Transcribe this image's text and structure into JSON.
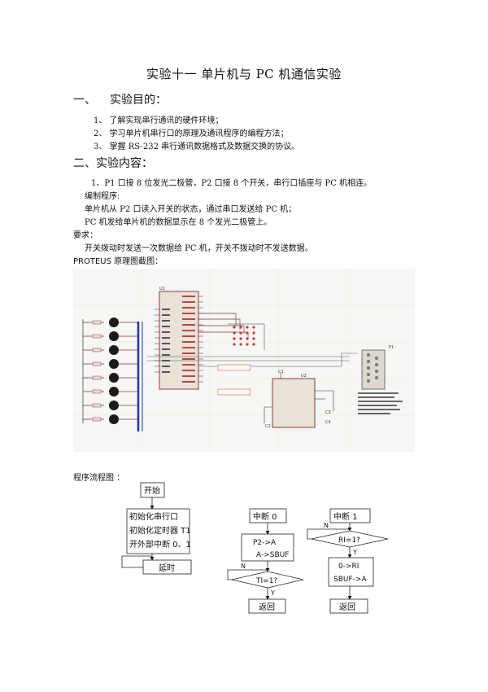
{
  "title": "实验十一  单片机与 PC 机通信实验",
  "sections": [
    {
      "heading_num": "一、",
      "heading": "实验目的：",
      "items": [
        "1、  了解实现串行通讯的硬件环境；",
        "2、  学习单片机串行口的原理及通讯程序的编程方法；",
        "3、  掌握 RS-232 串行通讯数据格式及数据交换的协议。"
      ]
    },
    {
      "heading": "二、实验内容："
    }
  ],
  "content": {
    "line1": "1、P1 口接 8 位发光二极管，P2 口接 8 个开关，串行口插座与 PC 机相连。",
    "line2": "编制程序:",
    "line3": "单片机从 P2 口读入开关的状态，通过串口发送给 PC 机；",
    "line4": "PC 机发给单片机的数据显示在 8 个发光二极管上。",
    "req_label": "要求：",
    "req_text": "开关拨动时发送一次数据给 PC 机，开关不拨动时不发送数据。",
    "proteus_label": "PROTEUS 原理图截图：",
    "flow_label": "程序流程图 ："
  },
  "flowchart": {
    "start": "开始",
    "init1": "初始化串行口",
    "init2": "初始化定时器 T1",
    "init3": "开外部中断 0、1",
    "delay": "延时",
    "int0": "中断 0",
    "p2a": "P2->A",
    "asbuf": "A->SBUF",
    "ti": "TI=1?",
    "ret0": "返回",
    "int1": "中断 1",
    "ri": "RI=1?",
    "zero_ri": "0->RI",
    "sbufa": "SBUF->A",
    "ret1": "返回",
    "n": "N",
    "y": "Y"
  },
  "schematic": {
    "u1": "U1",
    "u2": "U2",
    "p1": "P1",
    "c1": "C1",
    "c2": "C2",
    "c3": "C3",
    "c4": "C4"
  },
  "colors": {
    "led": "#1a1a1a",
    "wire": "#7a3a3a",
    "bus": "#2233aa",
    "bg": "#fafafa"
  }
}
